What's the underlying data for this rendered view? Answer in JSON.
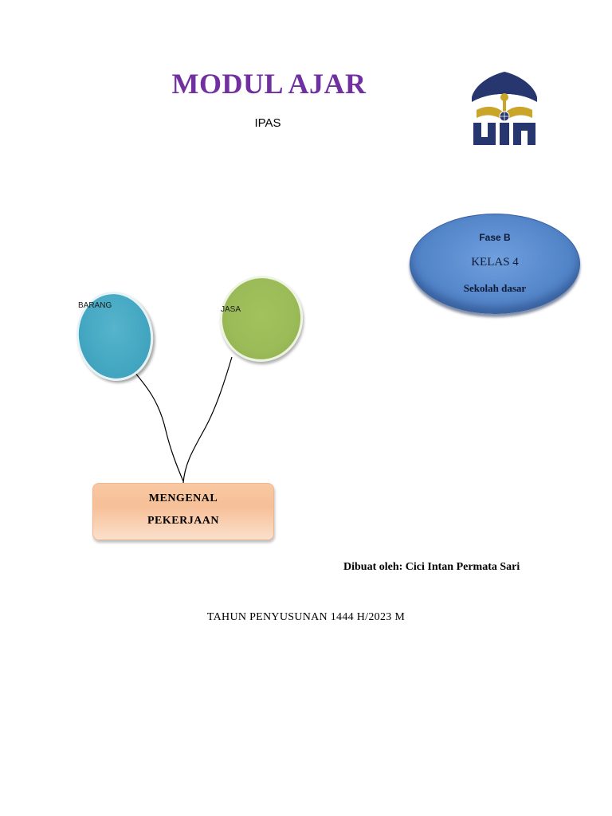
{
  "header": {
    "title": "MODUL AJAR",
    "subject": "IPAS"
  },
  "logo": {
    "icon": "uin-logo",
    "colors": {
      "navy": "#283670",
      "gold": "#c9a52a"
    }
  },
  "phase_oval": {
    "phase": "Fase B",
    "class": "KELAS 4",
    "school": "Sekolah dasar",
    "color": "#5a8bcf"
  },
  "balloons": [
    {
      "label": "BARANG",
      "color": "#44a7c2"
    },
    {
      "label": "JASA",
      "color": "#9bbb58"
    }
  ],
  "topic": {
    "line1": "MENGENAL",
    "line2": "PEKERJAAN",
    "color": "#f6bf97"
  },
  "author": "Dibuat oleh: Cici Intan Permata Sari",
  "year": "TAHUN PENYUSUNAN 1444 H/2023 M"
}
